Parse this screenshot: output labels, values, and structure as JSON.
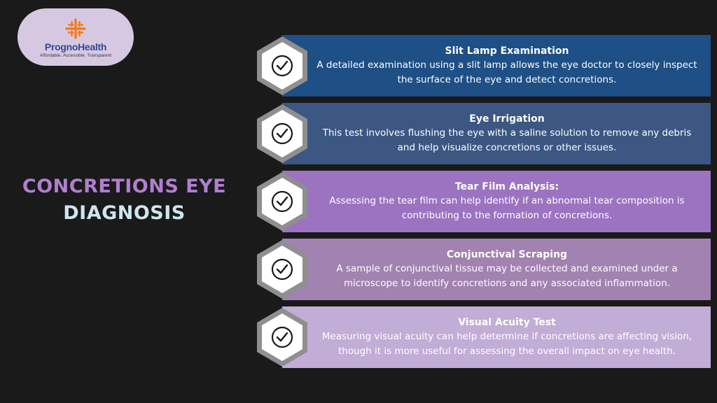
{
  "brand": {
    "name": "PrognoHealth",
    "tagline": "Affordable. Accessible. Transparent",
    "accent": "#f07d1a"
  },
  "heading": {
    "line1": "CONCRETIONS EYE",
    "line2": "DIAGNOSIS"
  },
  "colors": {
    "background": "#1a1a1a",
    "heading_line1": "#b07fd0",
    "heading_line2": "#cde6ef"
  },
  "items": [
    {
      "icon": "check-circle-icon",
      "color": "#1e4f85",
      "title": "Slit Lamp Examination",
      "desc1": "A detailed examination using a slit lamp allows the eye doctor to closely inspect",
      "desc2": "the surface of the eye and detect concretions."
    },
    {
      "icon": "check-circle-icon",
      "color": "#3c5782",
      "title": "Eye Irrigation",
      "desc1": "This test involves flushing the eye with a saline solution to remove any debris",
      "desc2": "and help visualize concretions or other issues."
    },
    {
      "icon": "check-circle-icon",
      "color": "#9b73c0",
      "title": "Tear Film Analysis:",
      "desc1": "Assessing the tear film can help identify if an abnormal tear composition is",
      "desc2": "contributing to the formation of concretions."
    },
    {
      "icon": "check-circle-icon",
      "color": "#a282b1",
      "title": "Conjunctival Scraping",
      "desc1": "A sample of conjunctival tissue may be collected and examined under a",
      "desc2": "microscope to identify concretions and any associated inflammation."
    },
    {
      "icon": "check-circle-icon",
      "color": "#c2add6",
      "title": "Visual Acuity Test",
      "desc1": "Measuring visual acuity can help determine if concretions are affecting vision,",
      "desc2": "though it is more useful for assessing the overall impact on eye health."
    }
  ]
}
